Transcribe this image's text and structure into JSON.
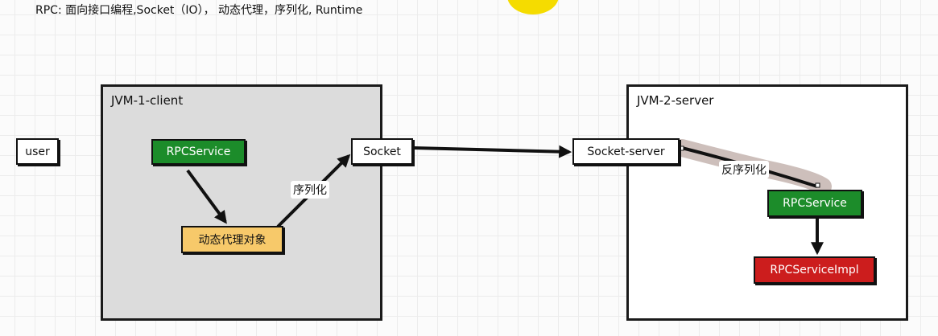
{
  "header": {
    "text": "RPC: 面向接口编程,Socket（IO）， 动态代理，序列化, Runtime"
  },
  "frames": {
    "client": "JVM-1-client",
    "server": "JVM-2-server"
  },
  "nodes": {
    "user": "user",
    "rpc_service_client": "RPCService",
    "dynamic_proxy": "动态代理对象",
    "socket": "Socket",
    "socket_server": "Socket-server",
    "rpc_service_server": "RPCService",
    "rpc_service_impl": "RPCServiceImpl"
  },
  "edge_labels": {
    "serialize": "序列化",
    "deserialize": "反序列化"
  },
  "colors": {
    "rpc_service": "#1c8c2a",
    "dynamic_proxy": "#f7c96a",
    "rpc_service_impl": "#cc1d1d",
    "client_frame_fill": "#dcdcdc",
    "highlight": "#cdbfbb",
    "cursor_highlight": "#f5dc00"
  }
}
